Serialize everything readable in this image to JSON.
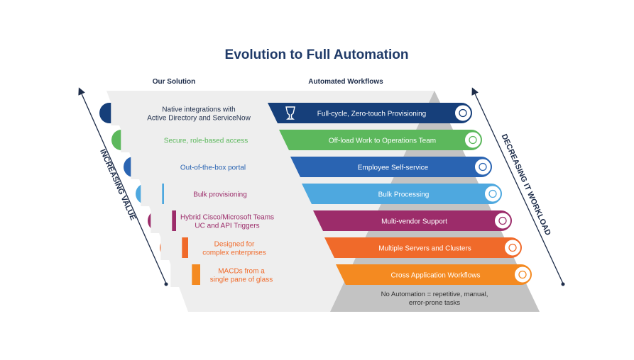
{
  "title": "Evolution to Full Automation",
  "headers": {
    "solution": "Our Solution",
    "workflows": "Automated Workflows"
  },
  "left_axis_label": "INCREASING VALUE",
  "right_axis_label": "DECREASING IT WORKLOAD",
  "colors": {
    "title": "#1f3a68",
    "header": "#1e2d4a",
    "axis": "#1e2d4a",
    "panel": "#eeeeee",
    "pyramid_gray": "#c3c3c3"
  },
  "levels": [
    {
      "solution": [
        "Native integrations with",
        "Active Directory and ServiceNow"
      ],
      "workflow": "Full-cycle, Zero-touch Provisioning",
      "color": "#163f7a",
      "solution_color": "#1e2d4a",
      "icon": "trophy-icon",
      "badge_icon": "gear-icon"
    },
    {
      "solution": [
        "Secure, role-based access"
      ],
      "workflow": "Off-load Work to Operations Team",
      "color": "#5cb85c",
      "solution_color": "#5cb85c",
      "icon": "",
      "badge_icon": "person-icon"
    },
    {
      "solution": [
        "Out-of-the-box portal"
      ],
      "workflow": "Employee Self-service",
      "color": "#2a64b2",
      "solution_color": "#2a64b2",
      "icon": "",
      "badge_icon": "user-laptop-icon"
    },
    {
      "solution": [
        "Bulk provisioning"
      ],
      "workflow": "Bulk Processing",
      "color": "#4ea8df",
      "solution_color": "#9c2c6a",
      "icon": "",
      "badge_icon": "folder-icon"
    },
    {
      "solution": [
        "Hybrid Cisco/Microsoft Teams",
        "UC and API Triggers"
      ],
      "workflow": "Multi-vendor Support",
      "color": "#9c2c6a",
      "solution_color": "#9c2c6a",
      "icon": "",
      "badge_icon": "network-icon"
    },
    {
      "solution": [
        "Designed for",
        "complex enterprises"
      ],
      "workflow": "Multiple Servers and Clusters",
      "color": "#f06a2a",
      "solution_color": "#f06a2a",
      "icon": "",
      "badge_icon": "server-icon"
    },
    {
      "solution": [
        "MACDs from a",
        "single pane of glass"
      ],
      "workflow": "Cross Application Workflows",
      "color": "#f48a21",
      "solution_color": "#f06a2a",
      "icon": "",
      "badge_icon": "apps-icon"
    }
  ],
  "base": {
    "lines": [
      "No Automation = repetitive, manual,",
      "error-prone tasks"
    ]
  }
}
